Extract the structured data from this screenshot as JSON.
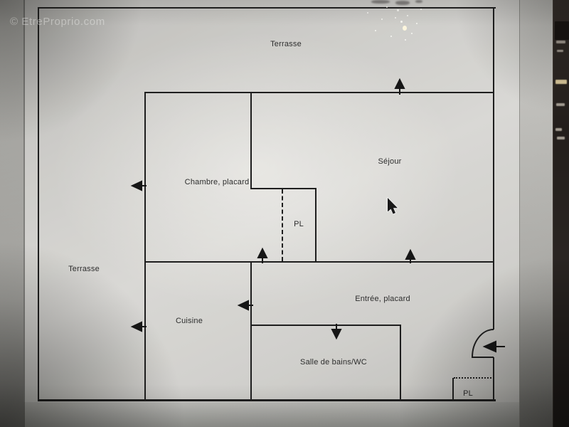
{
  "watermark": "© EtreProprio.com",
  "floorplan": {
    "rooms": {
      "terrasse_top": "Terrasse",
      "terrasse_left": "Terrasse",
      "chambre": "Chambre, placard",
      "sejour": "Séjour",
      "pl_chambre": "PL",
      "cuisine": "Cuisine",
      "entree": "Entrée, placard",
      "salle_de_bains": "Salle de bains/WC",
      "pl_entree": "PL"
    },
    "door_arrows": [
      {
        "name": "sejour-to-terrasse",
        "direction": "up"
      },
      {
        "name": "chambre-to-terrasse",
        "direction": "left"
      },
      {
        "name": "chambre-entry",
        "direction": "up"
      },
      {
        "name": "sejour-entry",
        "direction": "up"
      },
      {
        "name": "cuisine-entry",
        "direction": "left"
      },
      {
        "name": "cuisine-to-terrasse",
        "direction": "left"
      },
      {
        "name": "salle-de-bains-entry",
        "direction": "down"
      },
      {
        "name": "main-entrance",
        "direction": "left"
      }
    ],
    "colors": {
      "wall": "#1e1e1e",
      "label_text": "#2d2d2d",
      "paper": "#cdccc8",
      "side_strip": "#262120"
    }
  },
  "cursor": "arrow-pointer"
}
